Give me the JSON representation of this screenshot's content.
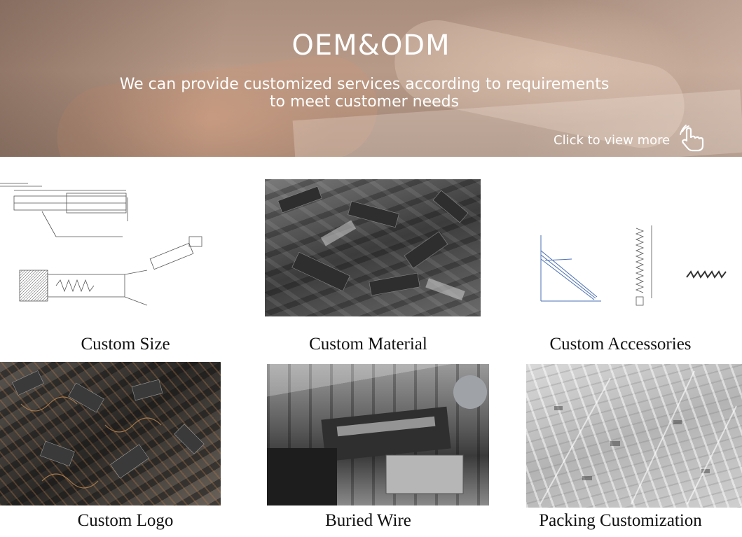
{
  "banner": {
    "title": "OEM&ODM",
    "subtitle_line1": "We can provide customized services according to requirements",
    "subtitle_line2": "to meet customer needs",
    "view_more_label": "Click to view more"
  },
  "items": [
    {
      "caption": "Custom Size",
      "image": "technical-drawing"
    },
    {
      "caption": "Custom Material",
      "image": "carbon-blocks-photo"
    },
    {
      "caption": "Custom Accessories",
      "image": "spring-chart-drawing"
    },
    {
      "caption": "Custom Logo",
      "image": "carbon-brushes-photo"
    },
    {
      "caption": "Buried Wire",
      "image": "machine-photo"
    },
    {
      "caption": "Packing Customization",
      "image": "packing-photo"
    }
  ],
  "icons": {
    "view_more": "hand-pointer-icon"
  }
}
